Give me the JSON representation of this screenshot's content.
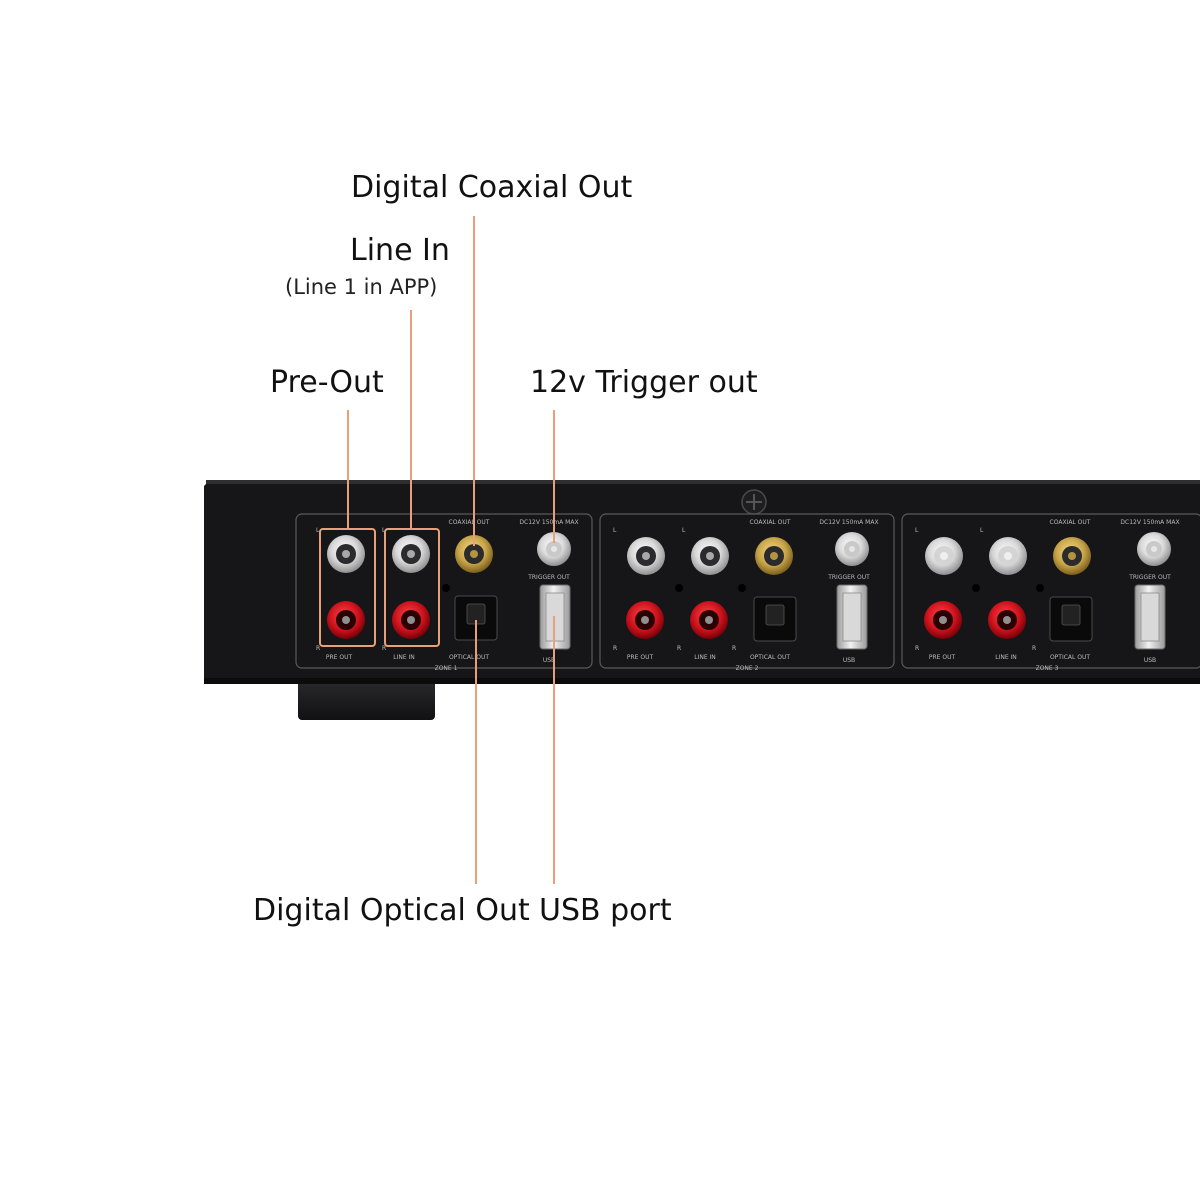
{
  "callouts": {
    "digital_coaxial_out": "Digital Coaxial Out",
    "line_in": "Line In",
    "line_in_note": "(Line 1 in APP)",
    "pre_out": "Pre-Out",
    "trigger_out": "12v Trigger out",
    "digital_optical_out": "Digital Optical Out",
    "usb_port": "USB port"
  },
  "panel_labels": {
    "left": "L",
    "right": "R",
    "coaxial_out": "COAXIAL OUT",
    "dc12v": "DC12V 150mA MAX",
    "trigger_out": "TRIGGER OUT",
    "pre_out": "PRE OUT",
    "line_in": "LINE IN",
    "optical_out": "OPTICAL OUT",
    "usb": "USB"
  },
  "zones": [
    "ZONE 1",
    "ZONE 2",
    "ZONE 3"
  ],
  "colors": {
    "leader": "#e8a07a",
    "chassis": "#1a1a1c",
    "rca_red": "#c8141e",
    "rca_white": "#e0e0e0",
    "rca_gold": "#c9a54a"
  }
}
